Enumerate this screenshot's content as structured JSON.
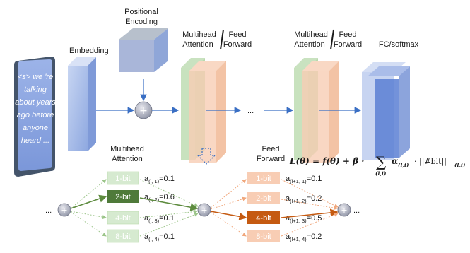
{
  "input": {
    "lines": [
      "<s> we 're",
      "talking",
      "about years",
      "ago before",
      "anyone",
      "heard ..."
    ]
  },
  "labels": {
    "embedding": "Embedding",
    "positional_1": "Positional",
    "positional_2": "Encoding",
    "mh1_a": "Multihead",
    "mh1_b": "Attention",
    "ff1_a": "Feed",
    "ff1_b": "Forward",
    "mh2_a": "Multihead",
    "mh2_b": "Attention",
    "ff2_a": "Feed",
    "ff2_b": "Forward",
    "fc": "FC/softmax",
    "ellipsis_mid": "...",
    "bottom_mh_a": "Multihead",
    "bottom_mh_b": "Attention",
    "bottom_ff_a": "Feed",
    "bottom_ff_b": "Forward",
    "left_ellipsis": "...",
    "right_ellipsis": "..."
  },
  "plus_symbol": "+",
  "attention_bits": [
    {
      "label": "1-bit",
      "alpha_base": "a",
      "alpha_sub": "(l, 1)",
      "alpha_val": "=0.1"
    },
    {
      "label": "2-bit",
      "alpha_base": "a",
      "alpha_sub": "(l, 2)",
      "alpha_val": "=0.6"
    },
    {
      "label": "4-bit",
      "alpha_base": "a",
      "alpha_sub": "(l, 3)",
      "alpha_val": "=0.1"
    },
    {
      "label": "8-bit",
      "alpha_base": "a",
      "alpha_sub": "(l, 4)",
      "alpha_val": "=0.1"
    }
  ],
  "ff_bits": [
    {
      "label": "1-bit",
      "alpha_base": "a",
      "alpha_sub": "(l+1, 1)",
      "alpha_val": "=0.1"
    },
    {
      "label": "2-bit",
      "alpha_base": "a",
      "alpha_sub": "(l+1, 2)",
      "alpha_val": "=0.2"
    },
    {
      "label": "4-bit",
      "alpha_base": "a",
      "alpha_sub": "(l+1, 3)",
      "alpha_val": "=0.5"
    },
    {
      "label": "8-bit",
      "alpha_base": "a",
      "alpha_sub": "(l+1, 4)",
      "alpha_val": "=0.2"
    }
  ],
  "formula": {
    "lhs": "L(θ) = f(θ) + β ·",
    "sum": "∑",
    "sum_sub": "(l,i)",
    "term": "α",
    "term_sub": "(l,i)",
    "norm": "· ||#bit||",
    "norm_sub": "(l,i)"
  },
  "colors": {
    "blue_block": "#a9bde8",
    "blue_dark": "#6f8fd8",
    "green_light": "#d6ead0",
    "green_selected": "#4f7a3a",
    "orange_light": "#f8cdb4",
    "orange_selected": "#c55a11",
    "arrow_blue": "#3a6fc4",
    "arrow_green": "#5d8b3e",
    "arrow_orange": "#c55a11"
  }
}
